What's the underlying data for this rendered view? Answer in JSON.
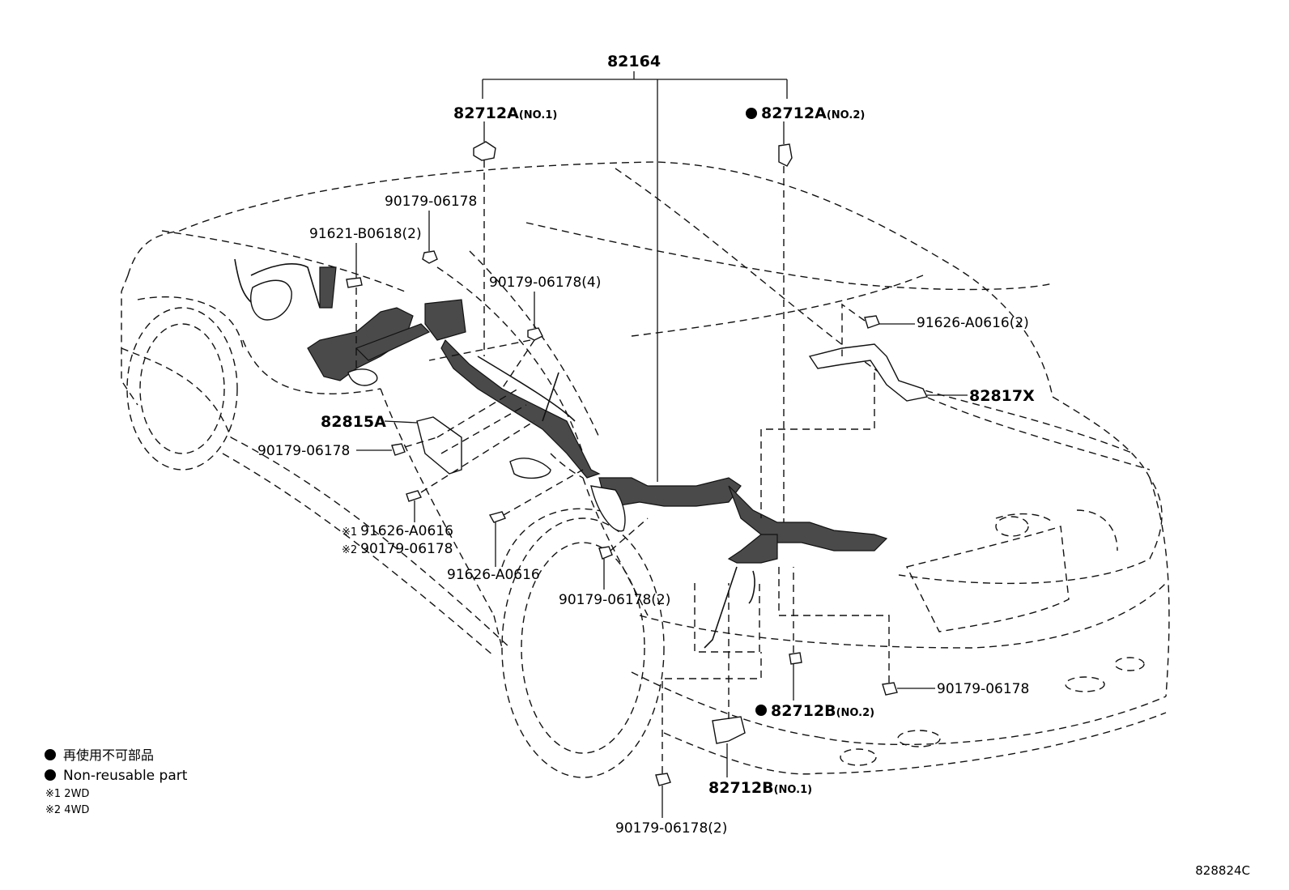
{
  "labels": {
    "top_assembly": "82164",
    "p82712a_no1": "82712A",
    "p82712a_no1_sub": "(NO.1)",
    "p82712a_no2": "82712A",
    "p82712a_no2_sub": "(NO.2)",
    "clip_a": "90179-06178",
    "bolt_91621": "91621-B0618(2)",
    "clip_4": "90179-06178(4)",
    "bolt_91626_2": "91626-A0616(2)",
    "bracket_82817x": "82817X",
    "bracket_82815a": "82815A",
    "clip_b": "90179-06178",
    "note1_mark": "※1",
    "note1_part": "91626-A0616",
    "note2_mark": "※2",
    "note2_part": "90179-06178",
    "bolt_91626_c": "91626-A0616",
    "clip_2a": "90179-06178(2)",
    "clip_right": "90179-06178",
    "p82712b_no2": "82712B",
    "p82712b_no2_sub": "(NO.2)",
    "p82712b_no1": "82712B",
    "p82712b_no1_sub": "(NO.1)",
    "clip_2b": "90179-06178(2)"
  },
  "legend": {
    "line1": "再使用不可部品",
    "line2": "Non-reusable part",
    "note1": "※1 2WD",
    "note2": "※2 4WD"
  },
  "figure_code": "828824C"
}
